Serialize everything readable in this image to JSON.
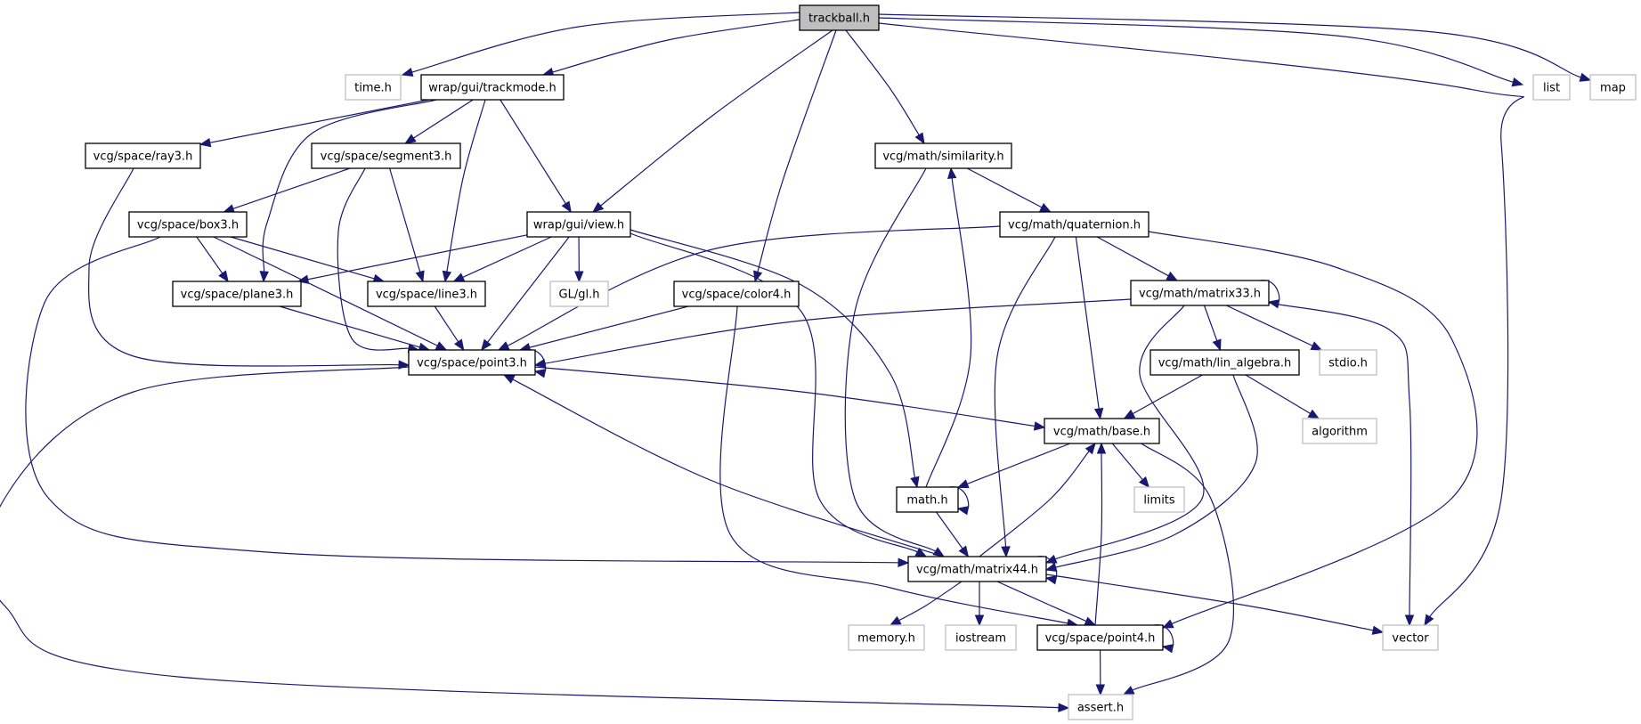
{
  "title": "trackball.h",
  "colors": {
    "edge": "#191970",
    "root_fill": "#bfbfbf",
    "local_border": "#000000",
    "system_border": "#bfbfbf"
  },
  "nodes": [
    {
      "id": "trackball",
      "label": "trackball.h",
      "kind": "root"
    },
    {
      "id": "time",
      "label": "time.h",
      "kind": "system"
    },
    {
      "id": "trackmode",
      "label": "wrap/gui/trackmode.h",
      "kind": "local"
    },
    {
      "id": "list",
      "label": "list",
      "kind": "system"
    },
    {
      "id": "map",
      "label": "map",
      "kind": "system"
    },
    {
      "id": "ray3",
      "label": "vcg/space/ray3.h",
      "kind": "local"
    },
    {
      "id": "segment3",
      "label": "vcg/space/segment3.h",
      "kind": "local"
    },
    {
      "id": "similarity",
      "label": "vcg/math/similarity.h",
      "kind": "local"
    },
    {
      "id": "box3",
      "label": "vcg/space/box3.h",
      "kind": "local"
    },
    {
      "id": "view",
      "label": "wrap/gui/view.h",
      "kind": "local"
    },
    {
      "id": "quaternion",
      "label": "vcg/math/quaternion.h",
      "kind": "local"
    },
    {
      "id": "plane3",
      "label": "vcg/space/plane3.h",
      "kind": "local"
    },
    {
      "id": "line3",
      "label": "vcg/space/line3.h",
      "kind": "local"
    },
    {
      "id": "gl",
      "label": "GL/gl.h",
      "kind": "system"
    },
    {
      "id": "color4",
      "label": "vcg/space/color4.h",
      "kind": "local"
    },
    {
      "id": "matrix33",
      "label": "vcg/math/matrix33.h",
      "kind": "local"
    },
    {
      "id": "point3",
      "label": "vcg/space/point3.h",
      "kind": "local"
    },
    {
      "id": "lin_algebra",
      "label": "vcg/math/lin_algebra.h",
      "kind": "local"
    },
    {
      "id": "stdio",
      "label": "stdio.h",
      "kind": "system"
    },
    {
      "id": "base",
      "label": "vcg/math/base.h",
      "kind": "local"
    },
    {
      "id": "algorithm",
      "label": "algorithm",
      "kind": "system"
    },
    {
      "id": "math",
      "label": "math.h",
      "kind": "local"
    },
    {
      "id": "limits",
      "label": "limits",
      "kind": "system"
    },
    {
      "id": "matrix44",
      "label": "vcg/math/matrix44.h",
      "kind": "local"
    },
    {
      "id": "memory",
      "label": "memory.h",
      "kind": "system"
    },
    {
      "id": "iostream",
      "label": "iostream",
      "kind": "system"
    },
    {
      "id": "point4",
      "label": "vcg/space/point4.h",
      "kind": "local"
    },
    {
      "id": "vector",
      "label": "vector",
      "kind": "system"
    },
    {
      "id": "assert",
      "label": "assert.h",
      "kind": "system"
    }
  ],
  "edges": [
    [
      "trackball",
      "time"
    ],
    [
      "trackball",
      "trackmode"
    ],
    [
      "trackball",
      "list"
    ],
    [
      "trackball",
      "map"
    ],
    [
      "trackball",
      "view"
    ],
    [
      "trackball",
      "color4"
    ],
    [
      "trackball",
      "similarity"
    ],
    [
      "trackball",
      "vector"
    ],
    [
      "trackmode",
      "ray3"
    ],
    [
      "trackmode",
      "segment3"
    ],
    [
      "trackmode",
      "plane3"
    ],
    [
      "trackmode",
      "line3"
    ],
    [
      "trackmode",
      "view"
    ],
    [
      "ray3",
      "point3"
    ],
    [
      "segment3",
      "box3"
    ],
    [
      "segment3",
      "line3"
    ],
    [
      "segment3",
      "point3"
    ],
    [
      "box3",
      "plane3"
    ],
    [
      "box3",
      "line3"
    ],
    [
      "box3",
      "point3"
    ],
    [
      "box3",
      "matrix44"
    ],
    [
      "view",
      "plane3"
    ],
    [
      "view",
      "line3"
    ],
    [
      "view",
      "gl"
    ],
    [
      "view",
      "point3"
    ],
    [
      "view",
      "math"
    ],
    [
      "view",
      "matrix44"
    ],
    [
      "similarity",
      "quaternion"
    ],
    [
      "similarity",
      "matrix44"
    ],
    [
      "quaternion",
      "point3"
    ],
    [
      "quaternion",
      "matrix33"
    ],
    [
      "quaternion",
      "base"
    ],
    [
      "quaternion",
      "matrix44"
    ],
    [
      "quaternion",
      "point4"
    ],
    [
      "plane3",
      "point3"
    ],
    [
      "line3",
      "point3"
    ],
    [
      "color4",
      "point3"
    ],
    [
      "color4",
      "point4"
    ],
    [
      "matrix33",
      "matrix33"
    ],
    [
      "matrix33",
      "point3"
    ],
    [
      "matrix33",
      "lin_algebra"
    ],
    [
      "matrix33",
      "stdio"
    ],
    [
      "matrix33",
      "matrix44"
    ],
    [
      "matrix33",
      "vector"
    ],
    [
      "point3",
      "point3"
    ],
    [
      "point3",
      "base"
    ],
    [
      "point3",
      "assert"
    ],
    [
      "lin_algebra",
      "base"
    ],
    [
      "lin_algebra",
      "algorithm"
    ],
    [
      "lin_algebra",
      "matrix44"
    ],
    [
      "base",
      "math"
    ],
    [
      "base",
      "limits"
    ],
    [
      "base",
      "assert"
    ],
    [
      "math",
      "math"
    ],
    [
      "math",
      "similarity"
    ],
    [
      "math",
      "matrix44"
    ],
    [
      "matrix44",
      "matrix44"
    ],
    [
      "matrix44",
      "point3"
    ],
    [
      "matrix44",
      "base"
    ],
    [
      "matrix44",
      "memory"
    ],
    [
      "matrix44",
      "iostream"
    ],
    [
      "matrix44",
      "point4"
    ],
    [
      "matrix44",
      "vector"
    ],
    [
      "point4",
      "point4"
    ],
    [
      "point4",
      "base"
    ],
    [
      "point4",
      "assert"
    ]
  ]
}
